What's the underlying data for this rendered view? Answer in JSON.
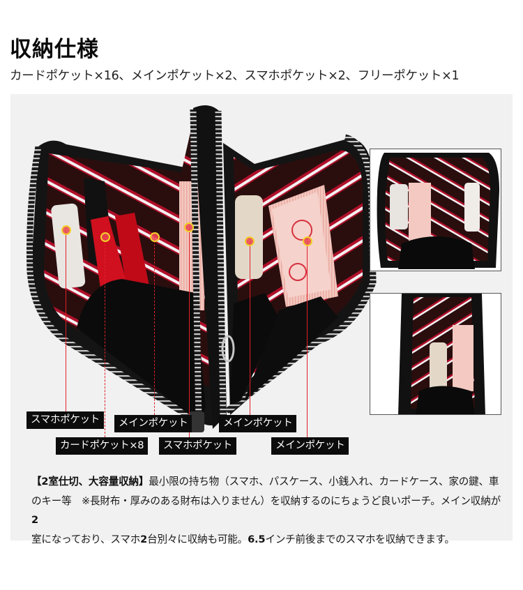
{
  "header": {
    "title": "収納仕様",
    "subtitle": "カードポケット×16、メインポケット×2、スマホポケット×2、フリーポケット×1"
  },
  "colors": {
    "panel_bg": "#f1f1f1",
    "label_bg": "#0c0c0c",
    "label_text": "#ffffff",
    "callout_line": "#e0202a",
    "callout_dot_fill": "#eb4650",
    "callout_dot_ring": "#f2d22a",
    "lining_dark": "#2a0e0e",
    "lining_red": "#c0142a"
  },
  "photo": {
    "main_image": "open-double-zip-wallet-pouch",
    "inset_images": [
      {
        "name": "inset-top-view",
        "description": "wallet-top-open-view"
      },
      {
        "name": "inset-side-view",
        "description": "wallet-side-open-view"
      }
    ],
    "callouts": [
      {
        "id": "smartphone-pocket-left",
        "label": "スマホポケット",
        "dot": [
          95,
          330
        ],
        "label_box": [
          38,
          590
        ],
        "style": "solid"
      },
      {
        "id": "card-pocket",
        "label": "カードポケット×8",
        "dot": [
          151,
          340
        ],
        "label_box": [
          80,
          627
        ],
        "style": "dashed"
      },
      {
        "id": "main-pocket-1",
        "label": "メインポケット",
        "dot": [
          222,
          340
        ],
        "label_box": [
          164,
          595
        ],
        "style": "dashed"
      },
      {
        "id": "smartphone-pocket-center",
        "label": "スマホポケット",
        "dot": [
          271,
          326
        ],
        "label_box": [
          228,
          627
        ],
        "style": "solid"
      },
      {
        "id": "main-pocket-2",
        "label": "メインポケット",
        "dot": [
          358,
          346
        ],
        "label_box": [
          314,
          595
        ],
        "style": "solid"
      },
      {
        "id": "main-pocket-3",
        "label": "メインポケット",
        "dot": [
          441,
          346
        ],
        "label_box": [
          389,
          627
        ],
        "style": "solid"
      }
    ]
  },
  "description": {
    "bold_lead": "【2室仕切、大容量収納】",
    "line1_rest": "最小限の持ち物（スマホ、パスケース、小銭入れ、カードケース、家の鍵、車",
    "line2": "のキー等　※長財布・厚みのある財布は入りません）を収納するのにちょうど良いポーチ。メイン収納が",
    "line2_bold_end": "2",
    "line3_a": "室になっており、スマホ",
    "line3_bold_2": "2",
    "line3_b": "台別々に収納も可能。",
    "line3_bold_65": "6.5",
    "line3_c": "インチ前後までのスマホを収納できます。"
  }
}
